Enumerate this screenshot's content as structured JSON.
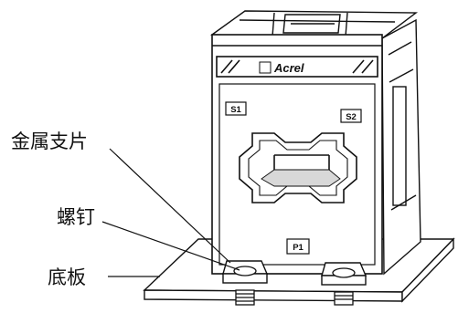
{
  "callouts": {
    "metal_bracket": "金属支片",
    "screw": "螺钉",
    "base_plate": "底板"
  },
  "terminals": {
    "s1": "S1",
    "s2": "S2",
    "p1": "P1"
  },
  "brand": "Acrel",
  "colors": {
    "line": "#111111",
    "body_fill": "#ffffff",
    "background": "#ffffff"
  }
}
